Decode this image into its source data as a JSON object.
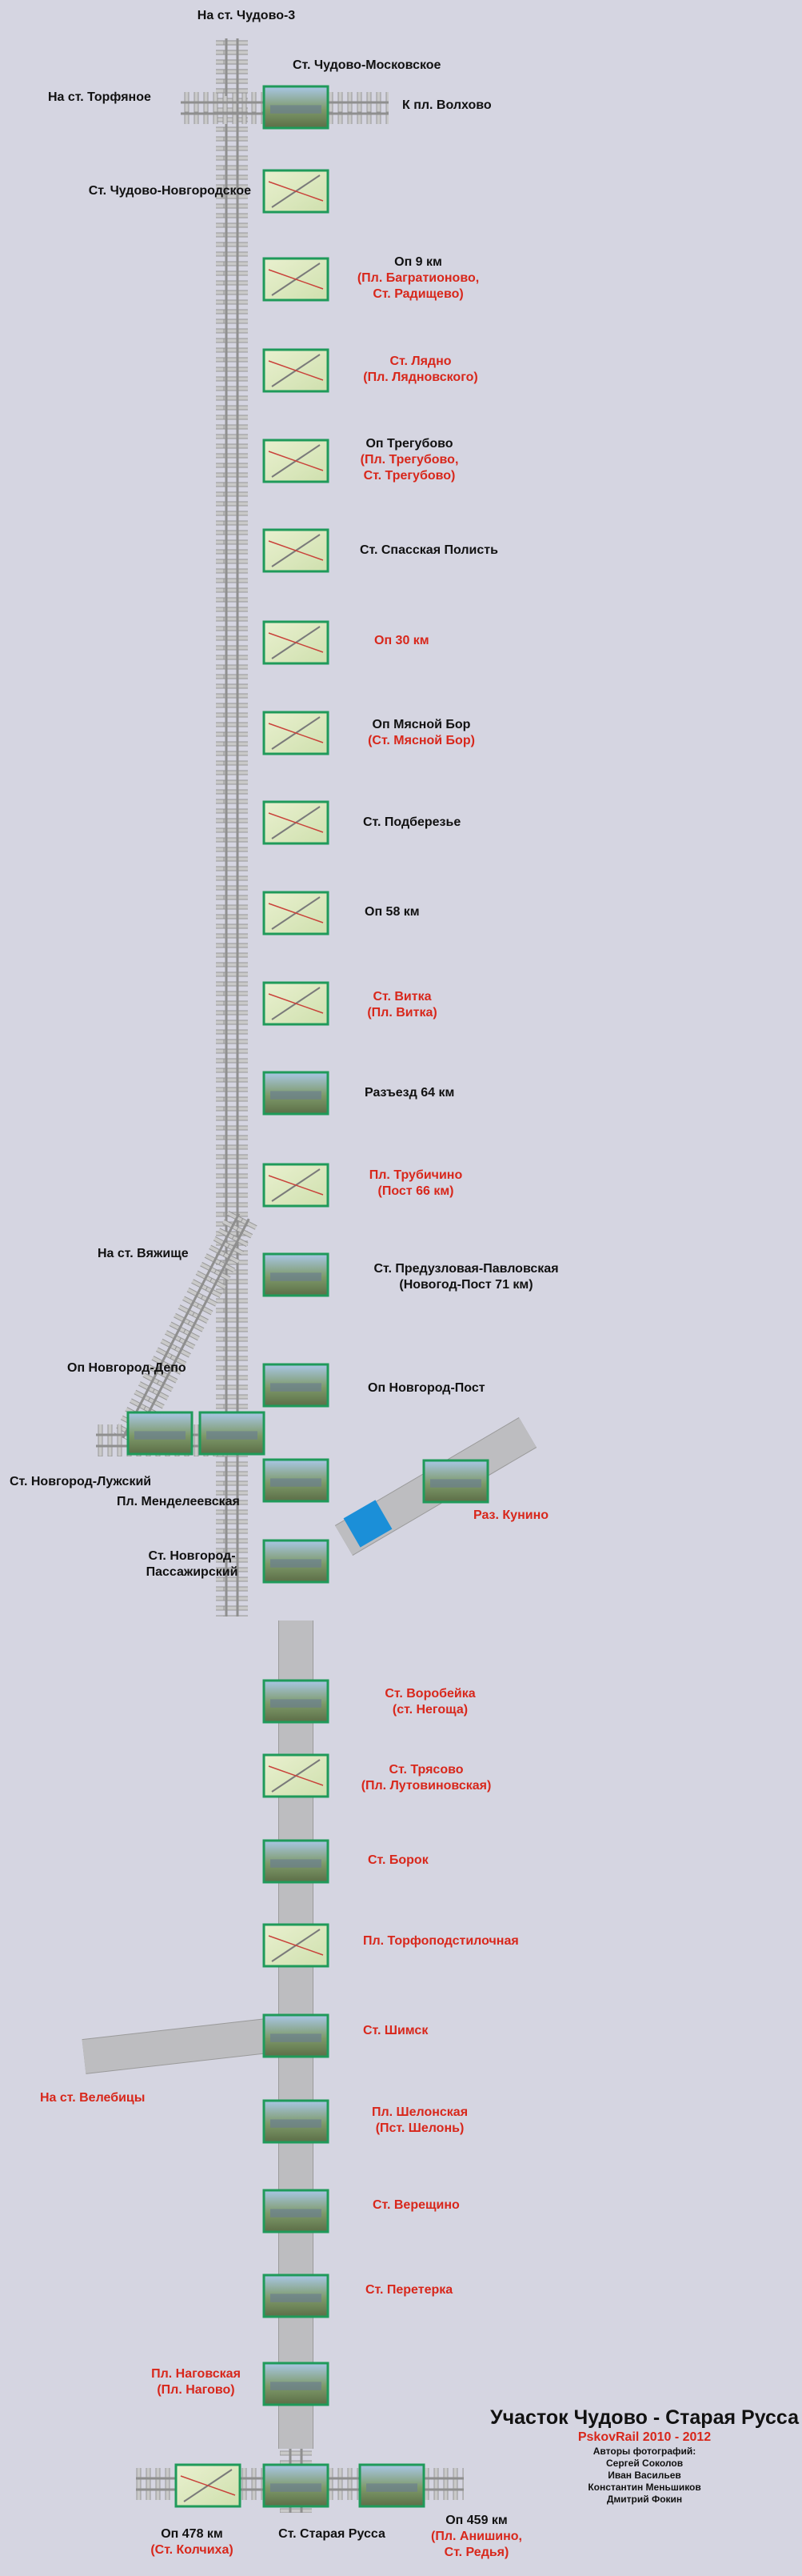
{
  "title": "Участок Чудово - Старая Русса",
  "brand": "PskovRail  2010 - 2012",
  "credits_heading": "Авторы фотографий:",
  "credits": [
    "Сергей Соколов",
    "Иван Васильев",
    "Константин Меньшиков",
    "Дмитрий Фокин"
  ],
  "colors": {
    "background": "#d5d5e1",
    "closed_station": "#d8271b",
    "open_station": "#111111",
    "photo_frame": "#1f9a5a",
    "dismantled_line": "#bdbdc0",
    "crossing": "#1b8fd8"
  },
  "legend_note": {
    "red_label": "closed / abandoned stop",
    "black_label": "operating stop"
  },
  "labels": {
    "to_chudovo3": "На ст. Чудово-3",
    "to_torfyanoe": "На ст. Торфяное",
    "to_volkhovo": "К пл. Волхово",
    "to_vyazhishche": "На ст. Вяжище",
    "to_velebitsy": "На ст. Велебицы",
    "kunino": "Раз. Кунино",
    "novgorod_luzhsky": "Ст. Новгород-Лужский",
    "novgorod_depo": "Оп Новгород-Депо"
  },
  "stations": [
    {
      "id": "chudovo-moskovskoe",
      "lines": [
        "Ст. Чудово-Московское"
      ],
      "status": "open"
    },
    {
      "id": "chudovo-novgorodskoe",
      "lines": [
        "Ст. Чудово-Новгородское"
      ],
      "status": "open"
    },
    {
      "id": "op-9-km",
      "lines": [
        "Оп 9 км",
        "(Пл. Багратионово,",
        "Ст. Радищево)"
      ],
      "status": "mixed"
    },
    {
      "id": "lyando",
      "lines": [
        "Ст. Лядно",
        "(Пл. Лядновского)"
      ],
      "status": "closed"
    },
    {
      "id": "tregubovo",
      "lines": [
        "Оп Трегубово",
        "(Пл. Трегубово,",
        "Ст. Трегубово)"
      ],
      "status": "mixed"
    },
    {
      "id": "spasskaya-polist",
      "lines": [
        "Ст. Спасская Полисть"
      ],
      "status": "open"
    },
    {
      "id": "op-30-km",
      "lines": [
        "Оп 30 км"
      ],
      "status": "closed"
    },
    {
      "id": "myasnoy-bor",
      "lines": [
        "Оп Мясной Бор",
        "(Ст. Мясной Бор)"
      ],
      "status": "mixed"
    },
    {
      "id": "podberezye",
      "lines": [
        "Ст. Подберезье"
      ],
      "status": "open"
    },
    {
      "id": "op-58-km",
      "lines": [
        "Оп 58 км"
      ],
      "status": "open"
    },
    {
      "id": "vitka",
      "lines": [
        "Ст. Витка",
        "(Пл. Витка)"
      ],
      "status": "closed"
    },
    {
      "id": "razezd-64-km",
      "lines": [
        "Разъезд 64 км"
      ],
      "status": "open"
    },
    {
      "id": "trubichino",
      "lines": [
        "Пл. Трубичино",
        "(Пост 66 км)"
      ],
      "status": "closed"
    },
    {
      "id": "preduzlovaya",
      "lines": [
        "Ст. Предузловая-Павловская",
        "(Новогод-Пост 71 км)"
      ],
      "status": "open"
    },
    {
      "id": "novgorod-post",
      "lines": [
        "Оп Новгород-Пост"
      ],
      "status": "open"
    },
    {
      "id": "mendeleevskaya",
      "lines": [
        "Пл. Менделеевская"
      ],
      "status": "open"
    },
    {
      "id": "novgorod-pass",
      "lines": [
        "Ст. Новгород-",
        "Пассажирский"
      ],
      "status": "open"
    },
    {
      "id": "vorobeyka",
      "lines": [
        "Ст. Воробейка",
        "(ст. Негоща)"
      ],
      "status": "closed"
    },
    {
      "id": "tryasovo",
      "lines": [
        "Ст. Трясово",
        "(Пл. Лутовиновская)"
      ],
      "status": "closed"
    },
    {
      "id": "borok",
      "lines": [
        "Ст. Борок"
      ],
      "status": "closed"
    },
    {
      "id": "torfopodstilochnaya",
      "lines": [
        "Пл. Торфоподстилочная"
      ],
      "status": "closed"
    },
    {
      "id": "shimsk",
      "lines": [
        "Ст. Шимск"
      ],
      "status": "closed"
    },
    {
      "id": "shelonskaya",
      "lines": [
        "Пл. Шелонская",
        "(Пст. Шелонь)"
      ],
      "status": "closed"
    },
    {
      "id": "vereshchino",
      "lines": [
        "Ст. Верещино"
      ],
      "status": "closed"
    },
    {
      "id": "peretyorka",
      "lines": [
        "Ст. Перетерка"
      ],
      "status": "closed"
    },
    {
      "id": "nagovskaya",
      "lines": [
        "Пл. Наговская",
        "(Пл. Нагово)"
      ],
      "status": "closed"
    },
    {
      "id": "op-478-km",
      "lines": [
        "Оп 478 км",
        "(Ст. Колчиха)"
      ],
      "status": "mixed"
    },
    {
      "id": "staraya-russa",
      "lines": [
        "Ст. Старая Русса"
      ],
      "status": "open"
    },
    {
      "id": "op-459-km",
      "lines": [
        "Оп 459 км",
        "(Пл. Анишино,",
        "Ст. Редья)"
      ],
      "status": "mixed"
    }
  ]
}
